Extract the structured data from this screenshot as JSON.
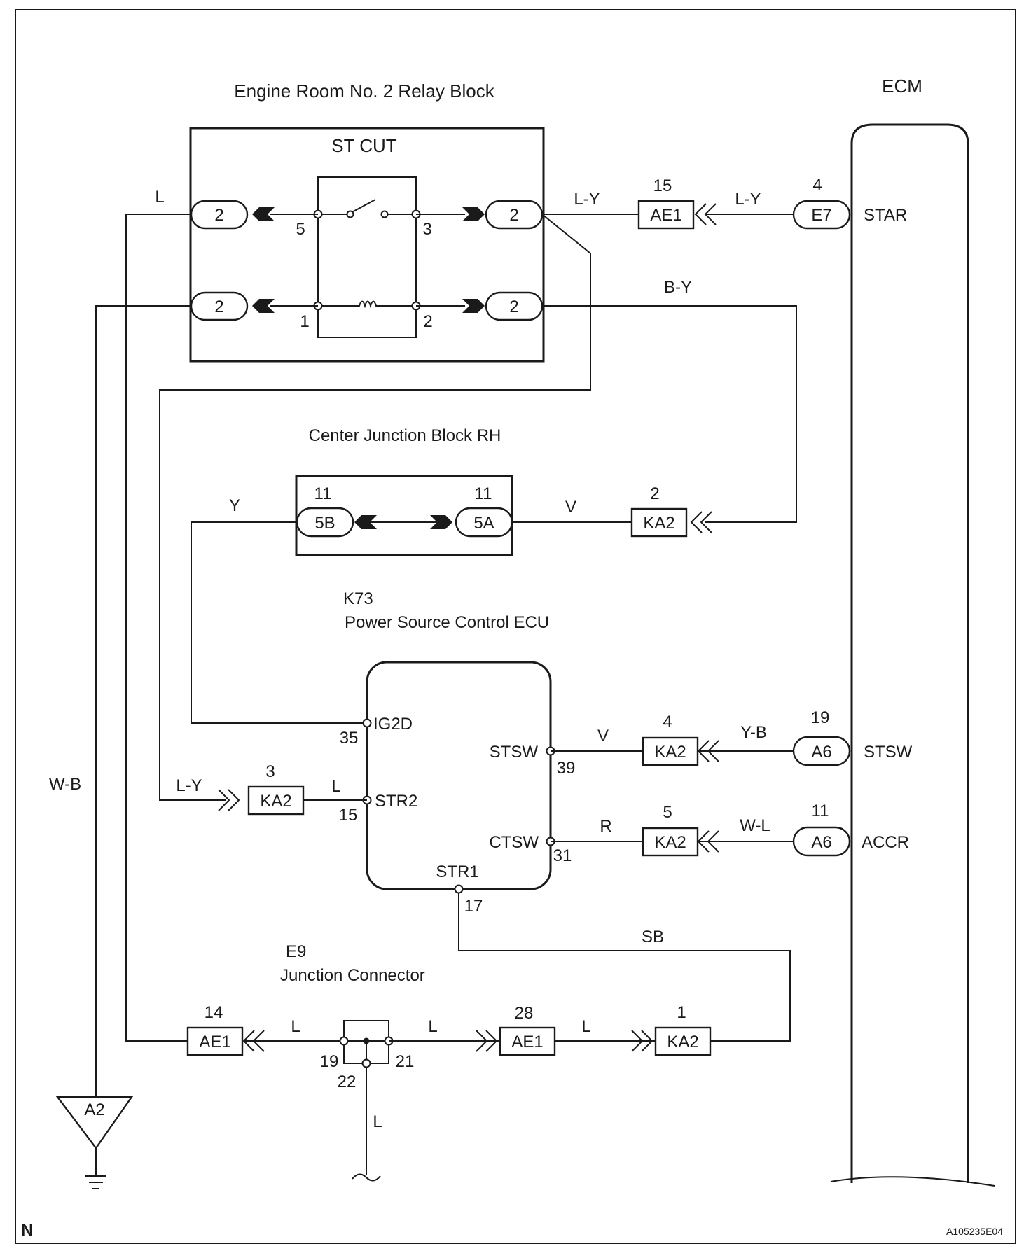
{
  "components": {
    "relay_block": "Engine Room No. 2 Relay Block",
    "st_cut": "ST CUT",
    "ecm": "ECM",
    "center_junction_block": "Center Junction Block RH",
    "power_source_ecu_id": "K73",
    "power_source_ecu": "Power Source Control ECU",
    "junction_connector_id": "E9",
    "junction_connector": "Junction Connector",
    "ground_point": "A2"
  },
  "relay_block_connectors": {
    "c_top_left": "2",
    "c_bottom_left": "2",
    "c_top_right": "2",
    "c_bottom_right": "2"
  },
  "relay_pins": {
    "p5": "5",
    "p3": "3",
    "p1": "1",
    "p2": "2"
  },
  "inline_connectors": {
    "ae1_top": {
      "pin": "15",
      "id": "AE1"
    },
    "ka2_cj": {
      "pin": "2",
      "id": "KA2"
    },
    "ka2_str2": {
      "pin": "3",
      "id": "KA2"
    },
    "ka2_stsw": {
      "pin": "4",
      "id": "KA2"
    },
    "ka2_ctsw": {
      "pin": "5",
      "id": "KA2"
    },
    "ae1_bottom_left": {
      "pin": "14",
      "id": "AE1"
    },
    "ae1_bottom_mid": {
      "pin": "28",
      "id": "AE1"
    },
    "ka2_bottom": {
      "pin": "1",
      "id": "KA2"
    }
  },
  "ecm_connectors": {
    "e7": {
      "pin": "4",
      "id": "E7",
      "terminal": "STAR"
    },
    "a6_stsw": {
      "pin": "19",
      "id": "A6",
      "terminal": "STSW"
    },
    "a6_accr": {
      "pin": "11",
      "id": "A6",
      "terminal": "ACCR"
    }
  },
  "cj_connectors": {
    "c5b": {
      "pin": "11",
      "id": "5B"
    },
    "c5a": {
      "pin": "11",
      "id": "5A"
    }
  },
  "ecu_terminals": {
    "ig2d": {
      "name": "IG2D",
      "pin": "35"
    },
    "str2": {
      "name": "STR2",
      "pin": "15"
    },
    "stsw": {
      "name": "STSW",
      "pin": "39"
    },
    "ctsw": {
      "name": "CTSW",
      "pin": "31"
    },
    "str1": {
      "name": "STR1",
      "pin": "17"
    }
  },
  "junction_pins": {
    "p19": "19",
    "p21": "21",
    "p22": "22"
  },
  "wire_colors": {
    "l_top": "L",
    "ly_relay_ae1": "L-Y",
    "ly_ae1_ecm": "L-Y",
    "by": "B-Y",
    "y": "Y",
    "v_cj": "V",
    "wb": "W-B",
    "ly_str2": "L-Y",
    "l_str2": "L",
    "v_stsw": "V",
    "yb": "Y-B",
    "r": "R",
    "wl": "W-L",
    "sb": "SB",
    "l_bottom_1": "L",
    "l_bottom_2": "L",
    "l_bottom_3": "L",
    "l_down": "L"
  },
  "corner_labels": {
    "left": "N",
    "right": "A105235E04"
  }
}
